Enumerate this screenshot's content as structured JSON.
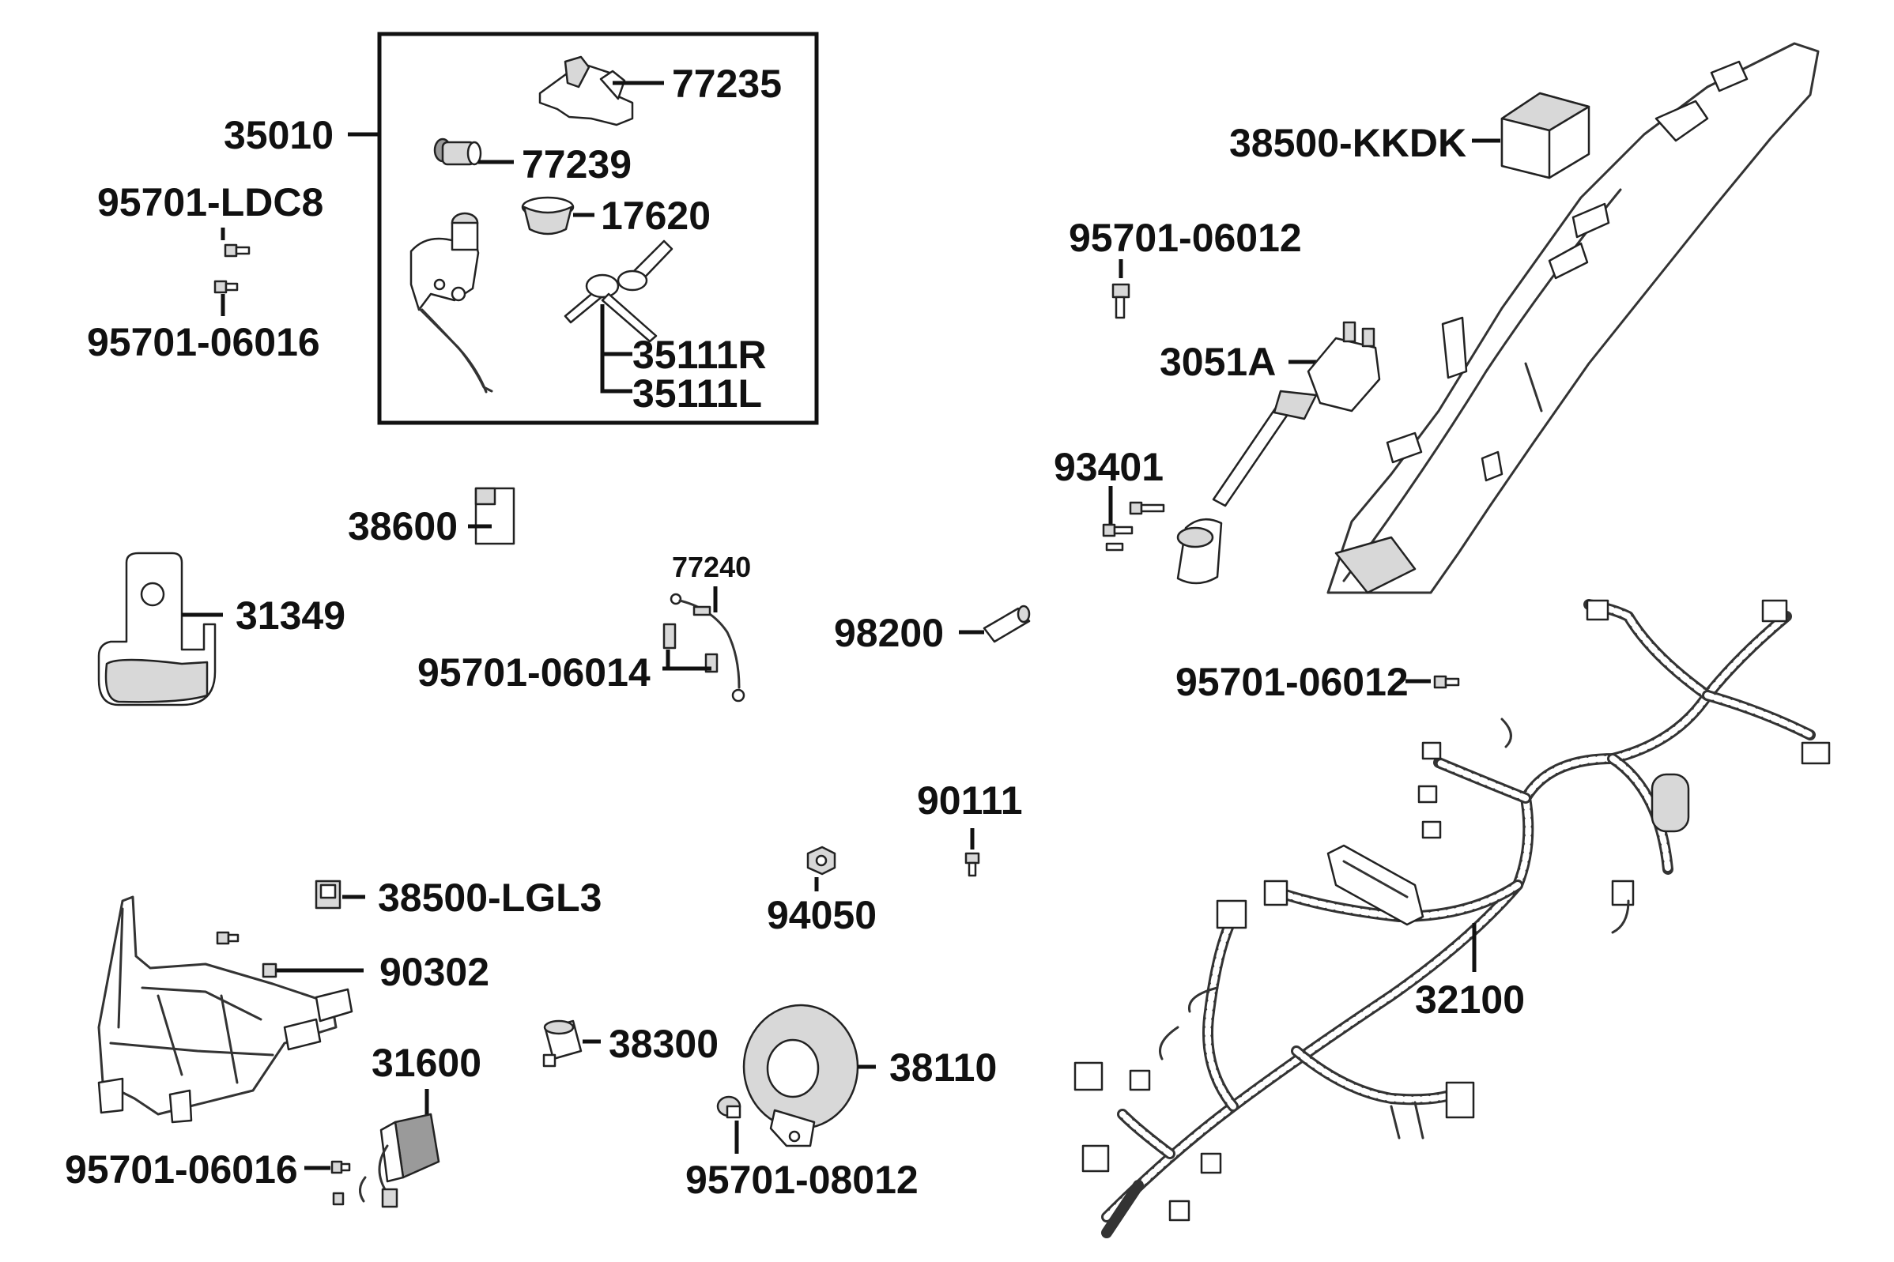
{
  "labels": {
    "p35010": "35010",
    "p77235": "77235",
    "p77239": "77239",
    "p17620": "17620",
    "p35111R": "35111R",
    "p35111L": "35111L",
    "p95701_LDC8": "95701-LDC8",
    "p95701_06016_top": "95701-06016",
    "p38500_KKDK": "38500-KKDK",
    "p95701_06012_top": "95701-06012",
    "p3051A": "3051A",
    "p93401": "93401",
    "p38600": "38600",
    "p31349": "31349",
    "p77240": "77240",
    "p95701_06014": "95701-06014",
    "p98200": "98200",
    "p95701_06012_mid": "95701-06012",
    "p90111": "90111",
    "p94050": "94050",
    "p38500_LGL3": "38500-LGL3",
    "p90302": "90302",
    "p31600": "31600",
    "p38300": "38300",
    "p38110": "38110",
    "p32100": "32100",
    "p95701_06016_bot": "95701-06016",
    "p95701_08012": "95701-08012"
  },
  "icons": [
    "ignition-lock-icon",
    "key-icon",
    "relay-icon",
    "fuse-icon",
    "horn-icon",
    "ignition-coil-icon",
    "wiring-harness-icon",
    "frame-icon",
    "bracket-icon",
    "bolt-icon"
  ]
}
